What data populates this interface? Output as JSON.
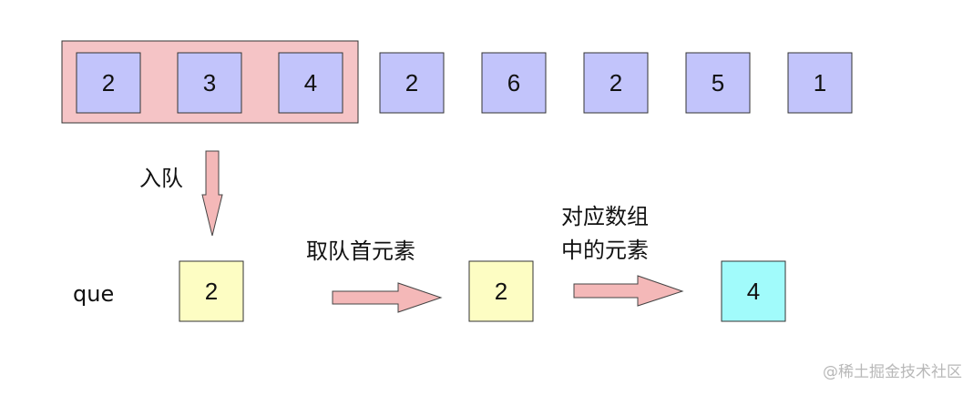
{
  "array": {
    "values": [
      "2",
      "3",
      "4",
      "2",
      "6",
      "2",
      "5",
      "1"
    ],
    "window_size": 3
  },
  "labels": {
    "enqueue": "入队",
    "queue_name": "que",
    "take_front": "取队首元素",
    "map_line1": "对应数组",
    "map_line2": "中的元素"
  },
  "queue": {
    "value": "2"
  },
  "front": {
    "value": "2"
  },
  "result": {
    "value": "4"
  },
  "watermark": "@稀土掘金技术社区",
  "colors": {
    "array_cell": "#c2c4fb",
    "window": "#f5c4c6",
    "queue_cell": "#fdfdc3",
    "result_cell": "#a1fbfb",
    "arrow": "#f4b8b8"
  }
}
